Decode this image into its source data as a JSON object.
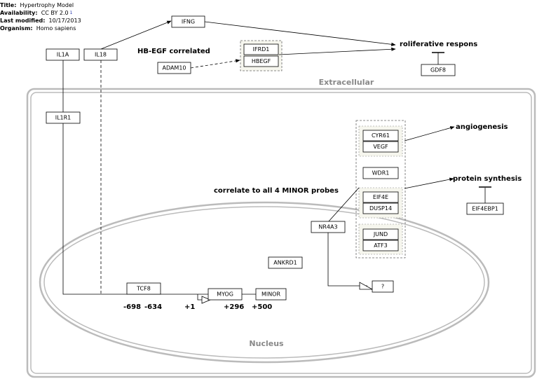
{
  "meta": {
    "title_key": "Title:",
    "title": "Hypertrophy Model",
    "availability_key": "Availability:",
    "availability": "CC BY 2.0",
    "availability_note": "1",
    "modified_key": "Last modified:",
    "modified": "10/17/2013",
    "organism_key": "Organism:",
    "organism": "Homo sapiens"
  },
  "compartments": {
    "extracellular": "Extracellular",
    "nucleus": "Nucleus"
  },
  "labels": {
    "hbegf_correlated": "HB-EGF correlated",
    "correlate_minor": "correlate to all 4 MINOR probes",
    "proliferative": "roliferative respons",
    "angiogenesis": "angiogenesis",
    "protein_synthesis": "protein synthesis"
  },
  "genes": {
    "il1a": "IL1A",
    "il18": "IL18",
    "ifng": "IFNG",
    "ifrd1": "IFRD1",
    "hbegf": "HBEGF",
    "adam10": "ADAM10",
    "gdf8": "GDF8",
    "il1r1": "IL1R1",
    "cyr61": "CYR61",
    "vegf": "VEGF",
    "wdr1": "WDR1",
    "eif4e": "EIF4E",
    "dusp14": "DUSP14",
    "eif4ebp1": "EIF4EBP1",
    "nr4a3": "NR4A3",
    "jund": "JUND",
    "atf3": "ATF3",
    "ankrd1": "ANKRD1",
    "tcf8": "TCF8",
    "myog": "MYOG",
    "minor": "MINOR",
    "unknown": "?"
  },
  "positions": {
    "p1": "-698",
    "p2": "-634",
    "p3": "+1",
    "p4": "+296",
    "p5": "+500"
  },
  "colors": {
    "compartment_border": "#bbbbbb",
    "group_border": "#666666",
    "group_fill": "#f6f6ee"
  }
}
